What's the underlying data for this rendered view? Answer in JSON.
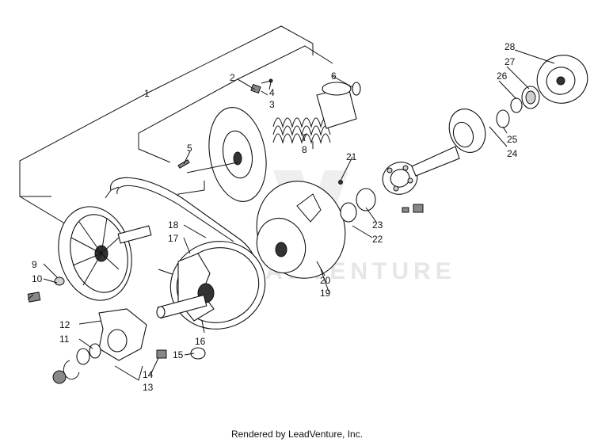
{
  "diagram": {
    "callouts": [
      "1",
      "2",
      "3",
      "4",
      "5",
      "6",
      "7",
      "8",
      "9",
      "10",
      "11",
      "12",
      "13",
      "14",
      "15",
      "16",
      "17",
      "18",
      "19",
      "20",
      "21",
      "22",
      "23",
      "24",
      "25",
      "26",
      "27",
      "28"
    ],
    "watermark": "ADVENTURE",
    "footer": "Rendered by LeadVenture, Inc."
  }
}
